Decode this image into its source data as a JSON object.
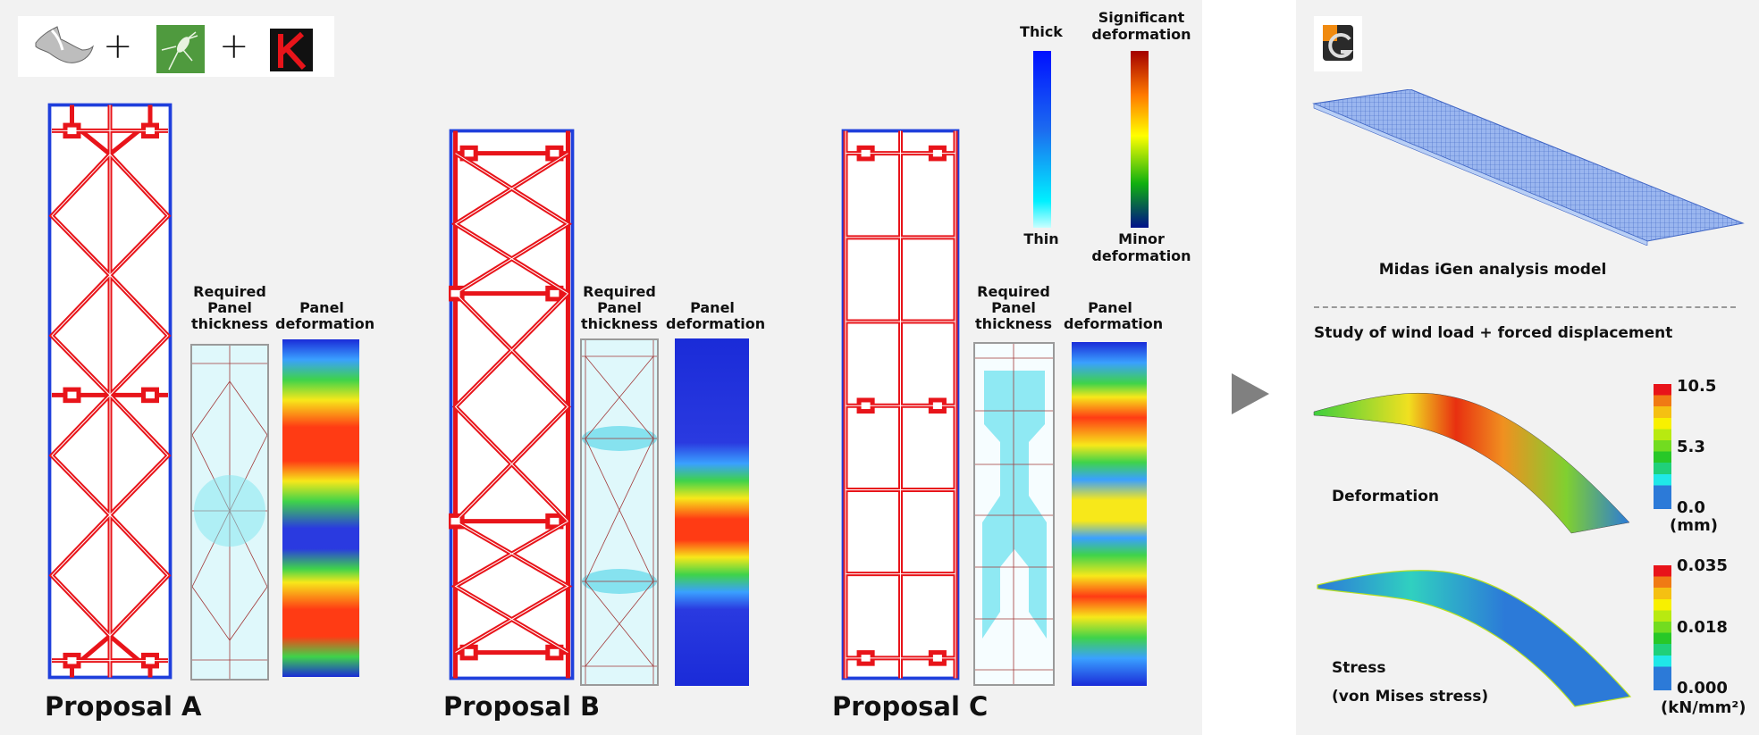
{
  "tools": {
    "logos": [
      "rhino-logo",
      "grasshopper-logo",
      "karamba-logo"
    ],
    "separator": "+"
  },
  "proposals": [
    {
      "title": "Proposal A",
      "thickness_label": "Required\nPanel\nthickness",
      "deformation_label": "Panel\ndeformation"
    },
    {
      "title": "Proposal B",
      "thickness_label": "Required\nPanel\nthickness",
      "deformation_label": "Panel\ndeformation"
    },
    {
      "title": "Proposal C",
      "thickness_label": "Required\nPanel\nthickness",
      "deformation_label": "Panel\ndeformation"
    }
  ],
  "legends": {
    "thickness": {
      "top": "Thick",
      "bottom": "Thin"
    },
    "deformation": {
      "top": "Significant\ndeformation",
      "bottom": "Minor\ndeformation"
    }
  },
  "arrow": "right-arrow",
  "analysis": {
    "logo": "midas-igen-logo",
    "model_caption": "Midas iGen analysis model",
    "study_title": "Study of wind load + forced displacement",
    "deformation": {
      "label": "Deformation",
      "max": "10.5",
      "mid": "5.3",
      "min": "0.0",
      "unit": "(mm)"
    },
    "stress": {
      "label": "Stress",
      "sublabel": "(von Mises stress)",
      "max": "0.035",
      "mid": "0.018",
      "min": "0.000",
      "unit": "(kN/mm²)"
    }
  },
  "colors": {
    "frame_outer": "#1f3fdc",
    "frame_member": "#e8141a",
    "background": "#f2f2f2"
  }
}
